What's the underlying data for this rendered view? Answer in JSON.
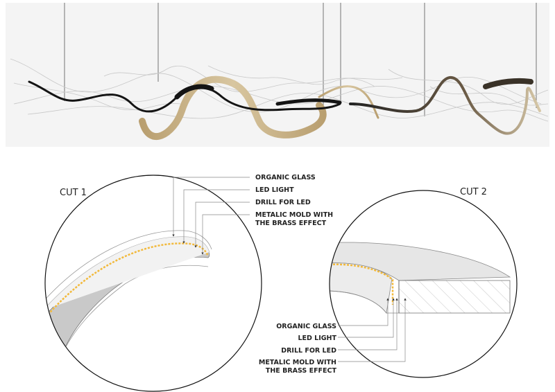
{
  "cut1": {
    "title": "CUT 1",
    "labels": [
      "ORGANIC GLASS",
      "LED LIGHT",
      "DRILL FOR LED",
      "METALIC MOLD WITH",
      "THE BRASS EFFECT"
    ]
  },
  "cut2": {
    "title": "CUT 2",
    "labels": [
      "ORGANIC GLASS",
      "LED LIGHT",
      "DRILL FOR LED",
      "METALIC MOLD WITH",
      "THE BRASS EFFECT"
    ]
  },
  "colors": {
    "background": "#ffffff",
    "panel": "#f4f4f4",
    "led": "#f2b93b",
    "brass": "#c9b48b",
    "metal": "#c9c9c9",
    "ribbon_dark": "#141414",
    "leader": "#888888"
  }
}
